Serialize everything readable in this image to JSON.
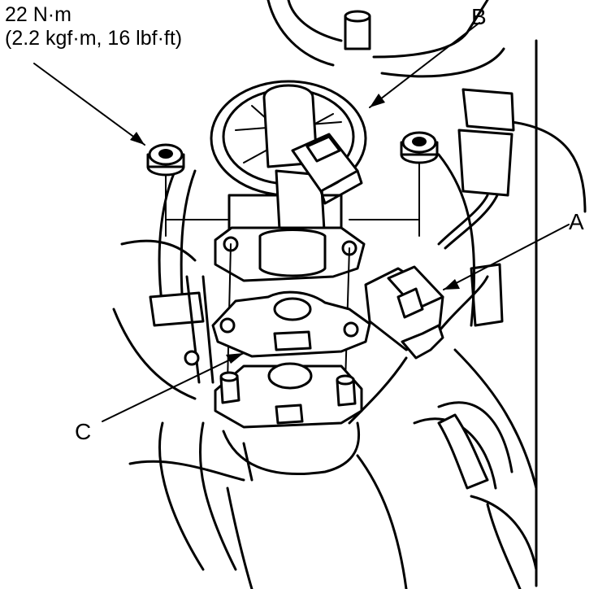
{
  "torque_spec": {
    "line1": "22 N·m",
    "line2": "(2.2 kgf·m, 16 lbf·ft)"
  },
  "callouts": {
    "a": "A",
    "b": "B",
    "c": "C"
  }
}
